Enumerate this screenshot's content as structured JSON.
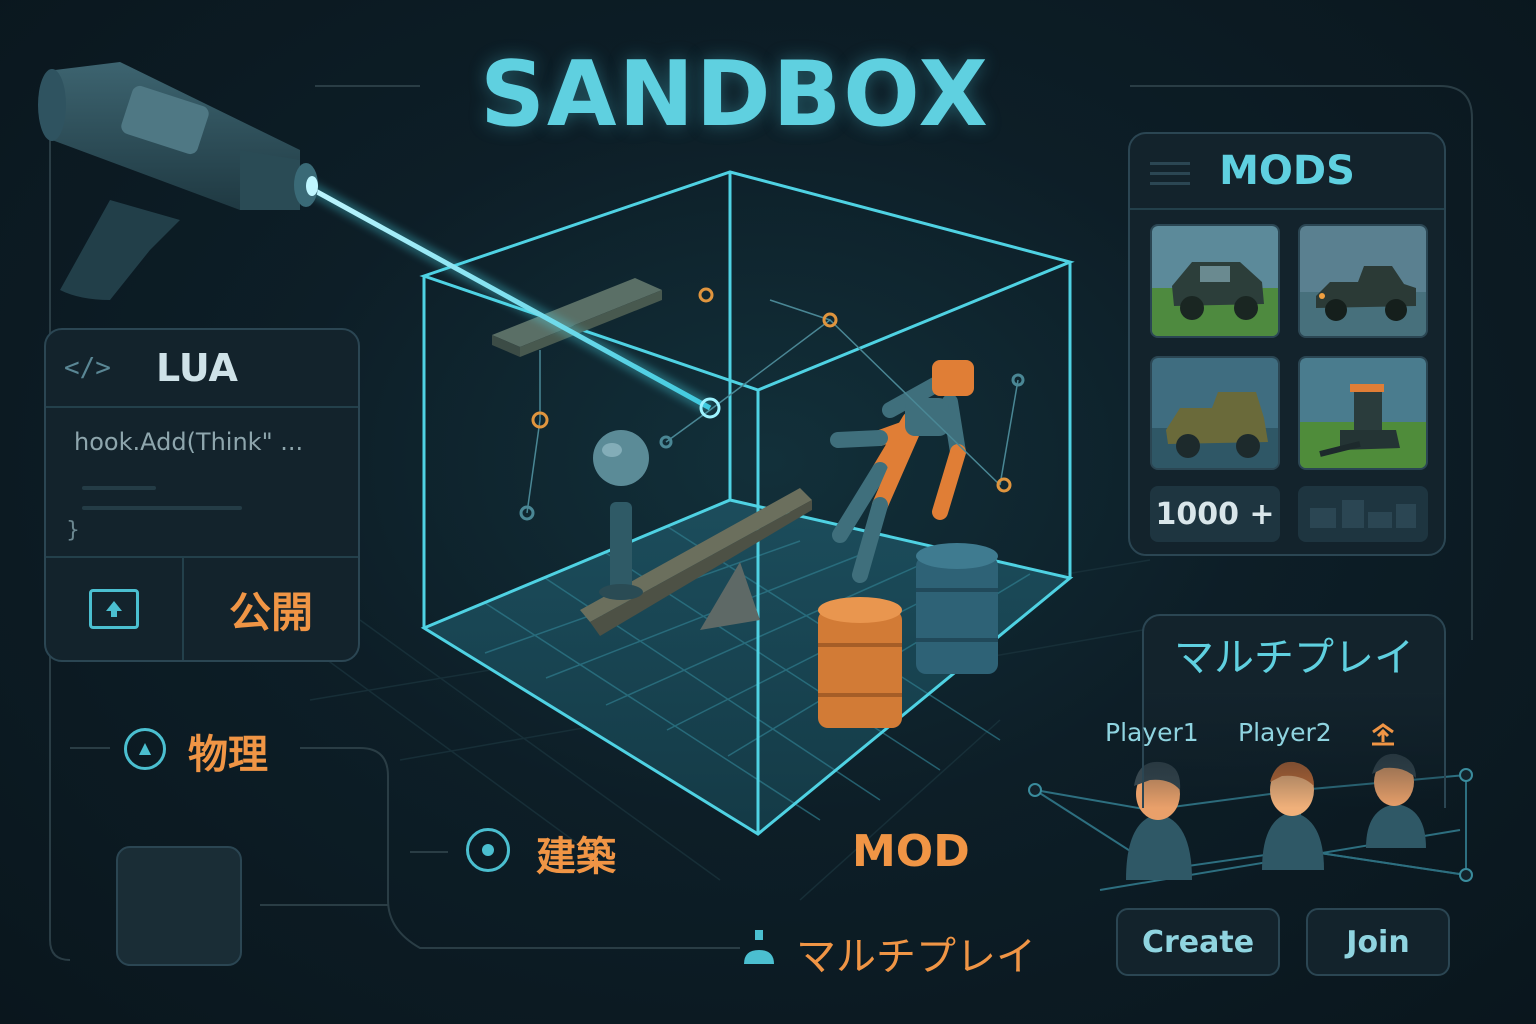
{
  "title": "SANDBOX",
  "lua_panel": {
    "icon": "code-icon",
    "title": "LUA",
    "code": "hook.Add(Think\" ...",
    "brace": "}",
    "upload_icon": "upload-icon",
    "publish_label": "公開"
  },
  "features": {
    "physics": {
      "icon": "physics-icon",
      "label": "物理"
    },
    "build": {
      "icon": "target-icon",
      "label": "建築"
    },
    "mod": {
      "label": "MOD"
    },
    "multiplayer": {
      "icon": "person-icon",
      "label": "マルチプレイ"
    }
  },
  "mods_panel": {
    "title": "MODS",
    "count": "1000 +",
    "thumbnails": [
      "jeep-mod",
      "pickup-mod",
      "truck-mod",
      "forklift-mod"
    ]
  },
  "multiplayer_panel": {
    "title": "マルチプレイ",
    "players": [
      "Player1",
      "Player2"
    ],
    "host_icon": "host-icon",
    "create_label": "Create",
    "join_label": "Join"
  },
  "colors": {
    "accent": "#5fd0e0",
    "orange": "#f09545",
    "panel": "#13232c",
    "background": "#0d1e27"
  }
}
